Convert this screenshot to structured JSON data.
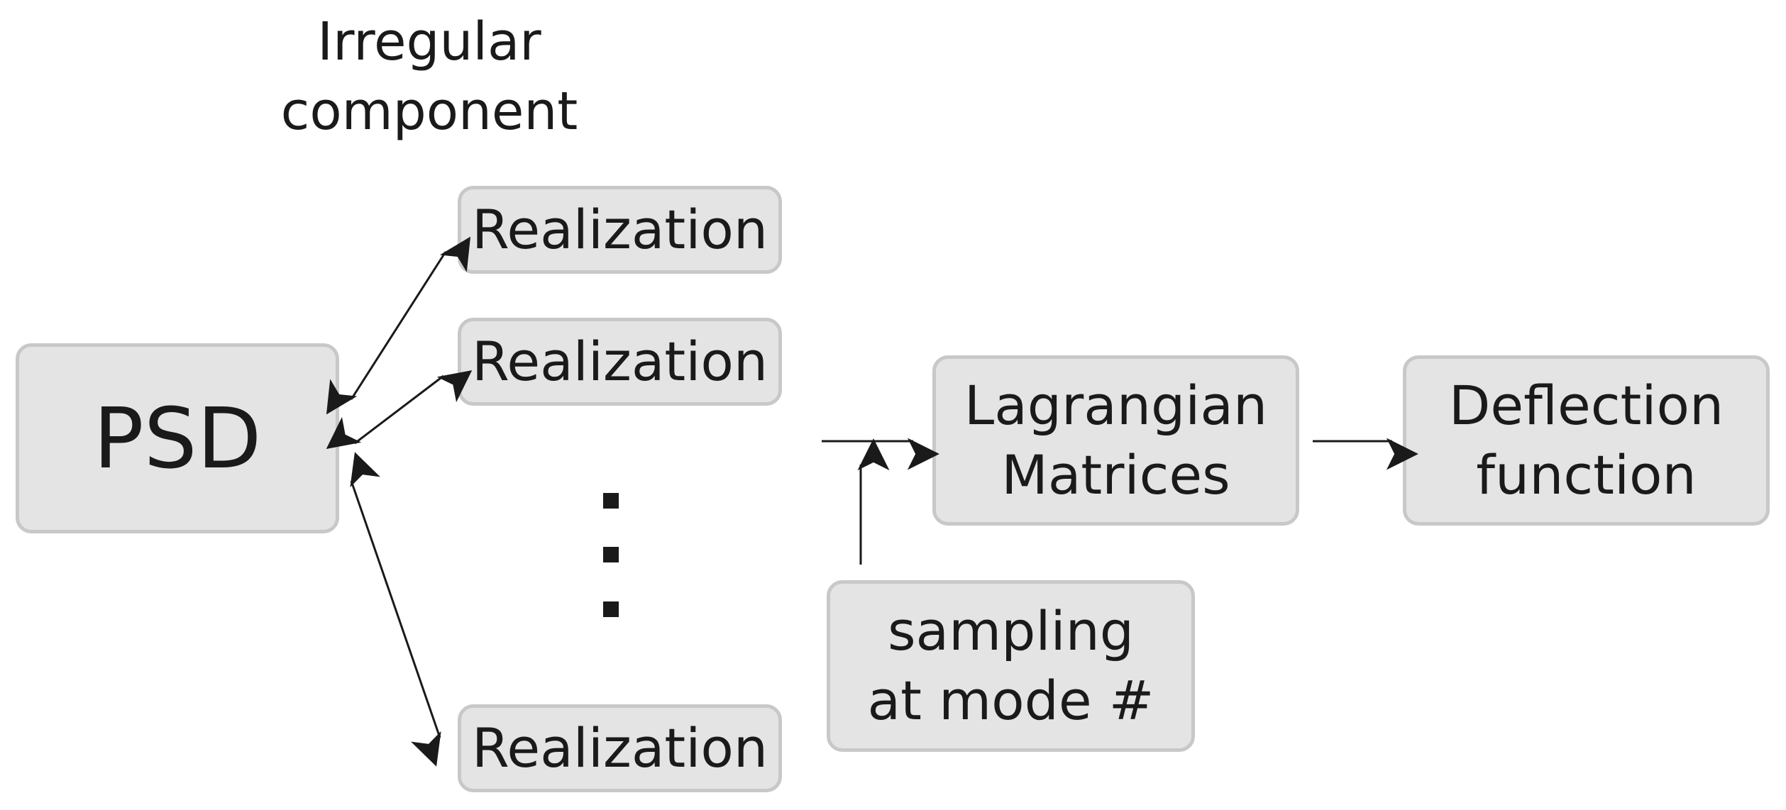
{
  "heading": {
    "line1": "Irregular",
    "line2": "component"
  },
  "nodes": {
    "psd": "PSD",
    "realization_1": "Realization",
    "realization_2": "Realization",
    "realization_3": "Realization",
    "lagrangian": "Lagrangian\nMatrices",
    "deflection": "Deflection\nfunction",
    "sampling": "sampling\nat mode #"
  },
  "colors": {
    "box_fill": "#e4e4e4",
    "box_border": "#c8c8c8",
    "ink": "#1a1a1a"
  }
}
